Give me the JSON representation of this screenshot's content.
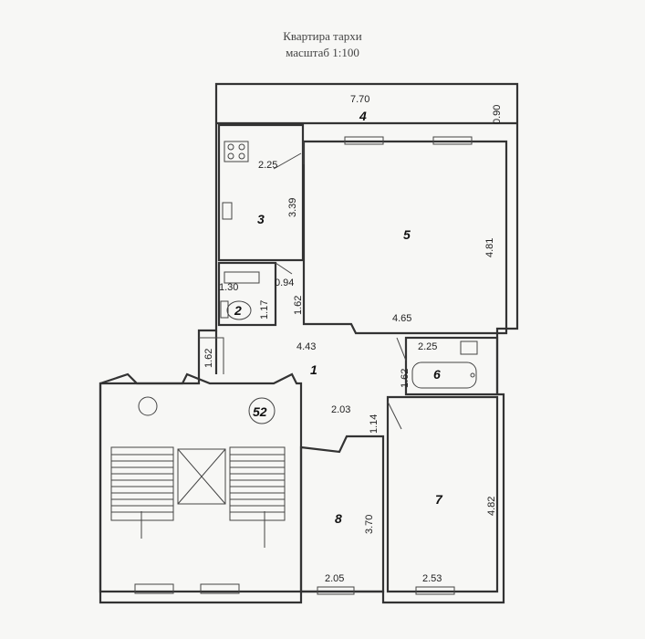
{
  "header": {
    "title": "Квартира тархи",
    "scale": "масштаб 1:100"
  },
  "rooms": {
    "r1": "1",
    "r2": "2",
    "r3": "3",
    "r4": "4",
    "r5": "5",
    "r6": "6",
    "r7": "7",
    "r8": "8"
  },
  "apartment_number": "52",
  "dimensions": {
    "balcony_length": "7.70",
    "balcony_width": "0.90",
    "kitchen_top": "2.25",
    "kitchen_side": "3.39",
    "room5_width": "4.65",
    "room5_height": "4.81",
    "hall_length": "4.43",
    "hall_side_left": "1.62",
    "hall_side_right": "1.62",
    "wc_width": "1.30",
    "wc_height": "1.17",
    "wc_door": "0.94",
    "bath_width": "2.25",
    "bath_side": "1.62",
    "corridor": "2.03",
    "corridor_side": "1.14",
    "room7_height": "4.82",
    "room7_width": "2.53",
    "room8_height": "3.70",
    "room8_width": "2.05"
  }
}
